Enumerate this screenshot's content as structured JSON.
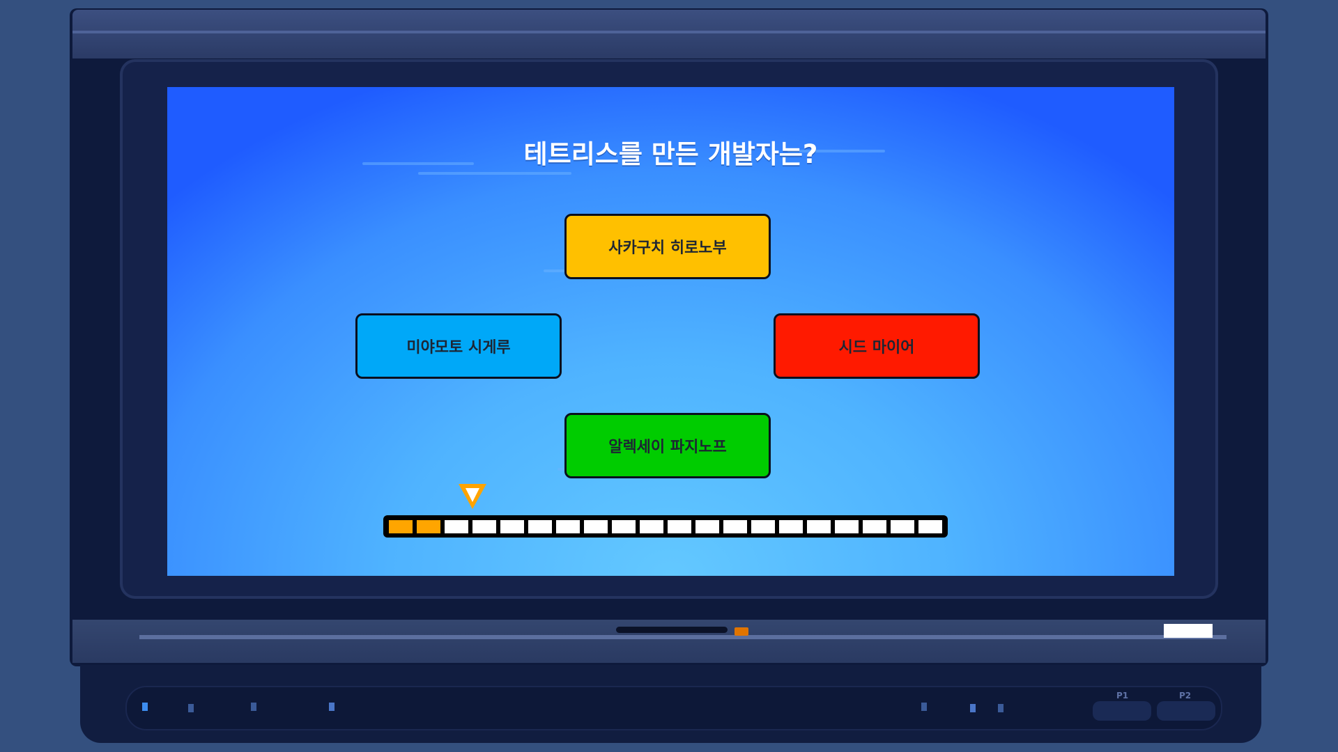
{
  "quiz": {
    "question": "테트리스를 만든 개발자는?",
    "answers": [
      {
        "label": "사카구치 히로노부",
        "color": "#ffc000"
      },
      {
        "label": "미야모토 시게루",
        "color": "#00a8f8"
      },
      {
        "label": "시드 마이어",
        "color": "#ff1a00"
      },
      {
        "label": "알렉세이 파지노프",
        "color": "#00cc00"
      }
    ]
  },
  "progress": {
    "total_segments": 20,
    "filled_segments": 2,
    "filled_color": "#ffa500"
  },
  "console": {
    "p1_label": "P1",
    "p2_label": "P2"
  }
}
